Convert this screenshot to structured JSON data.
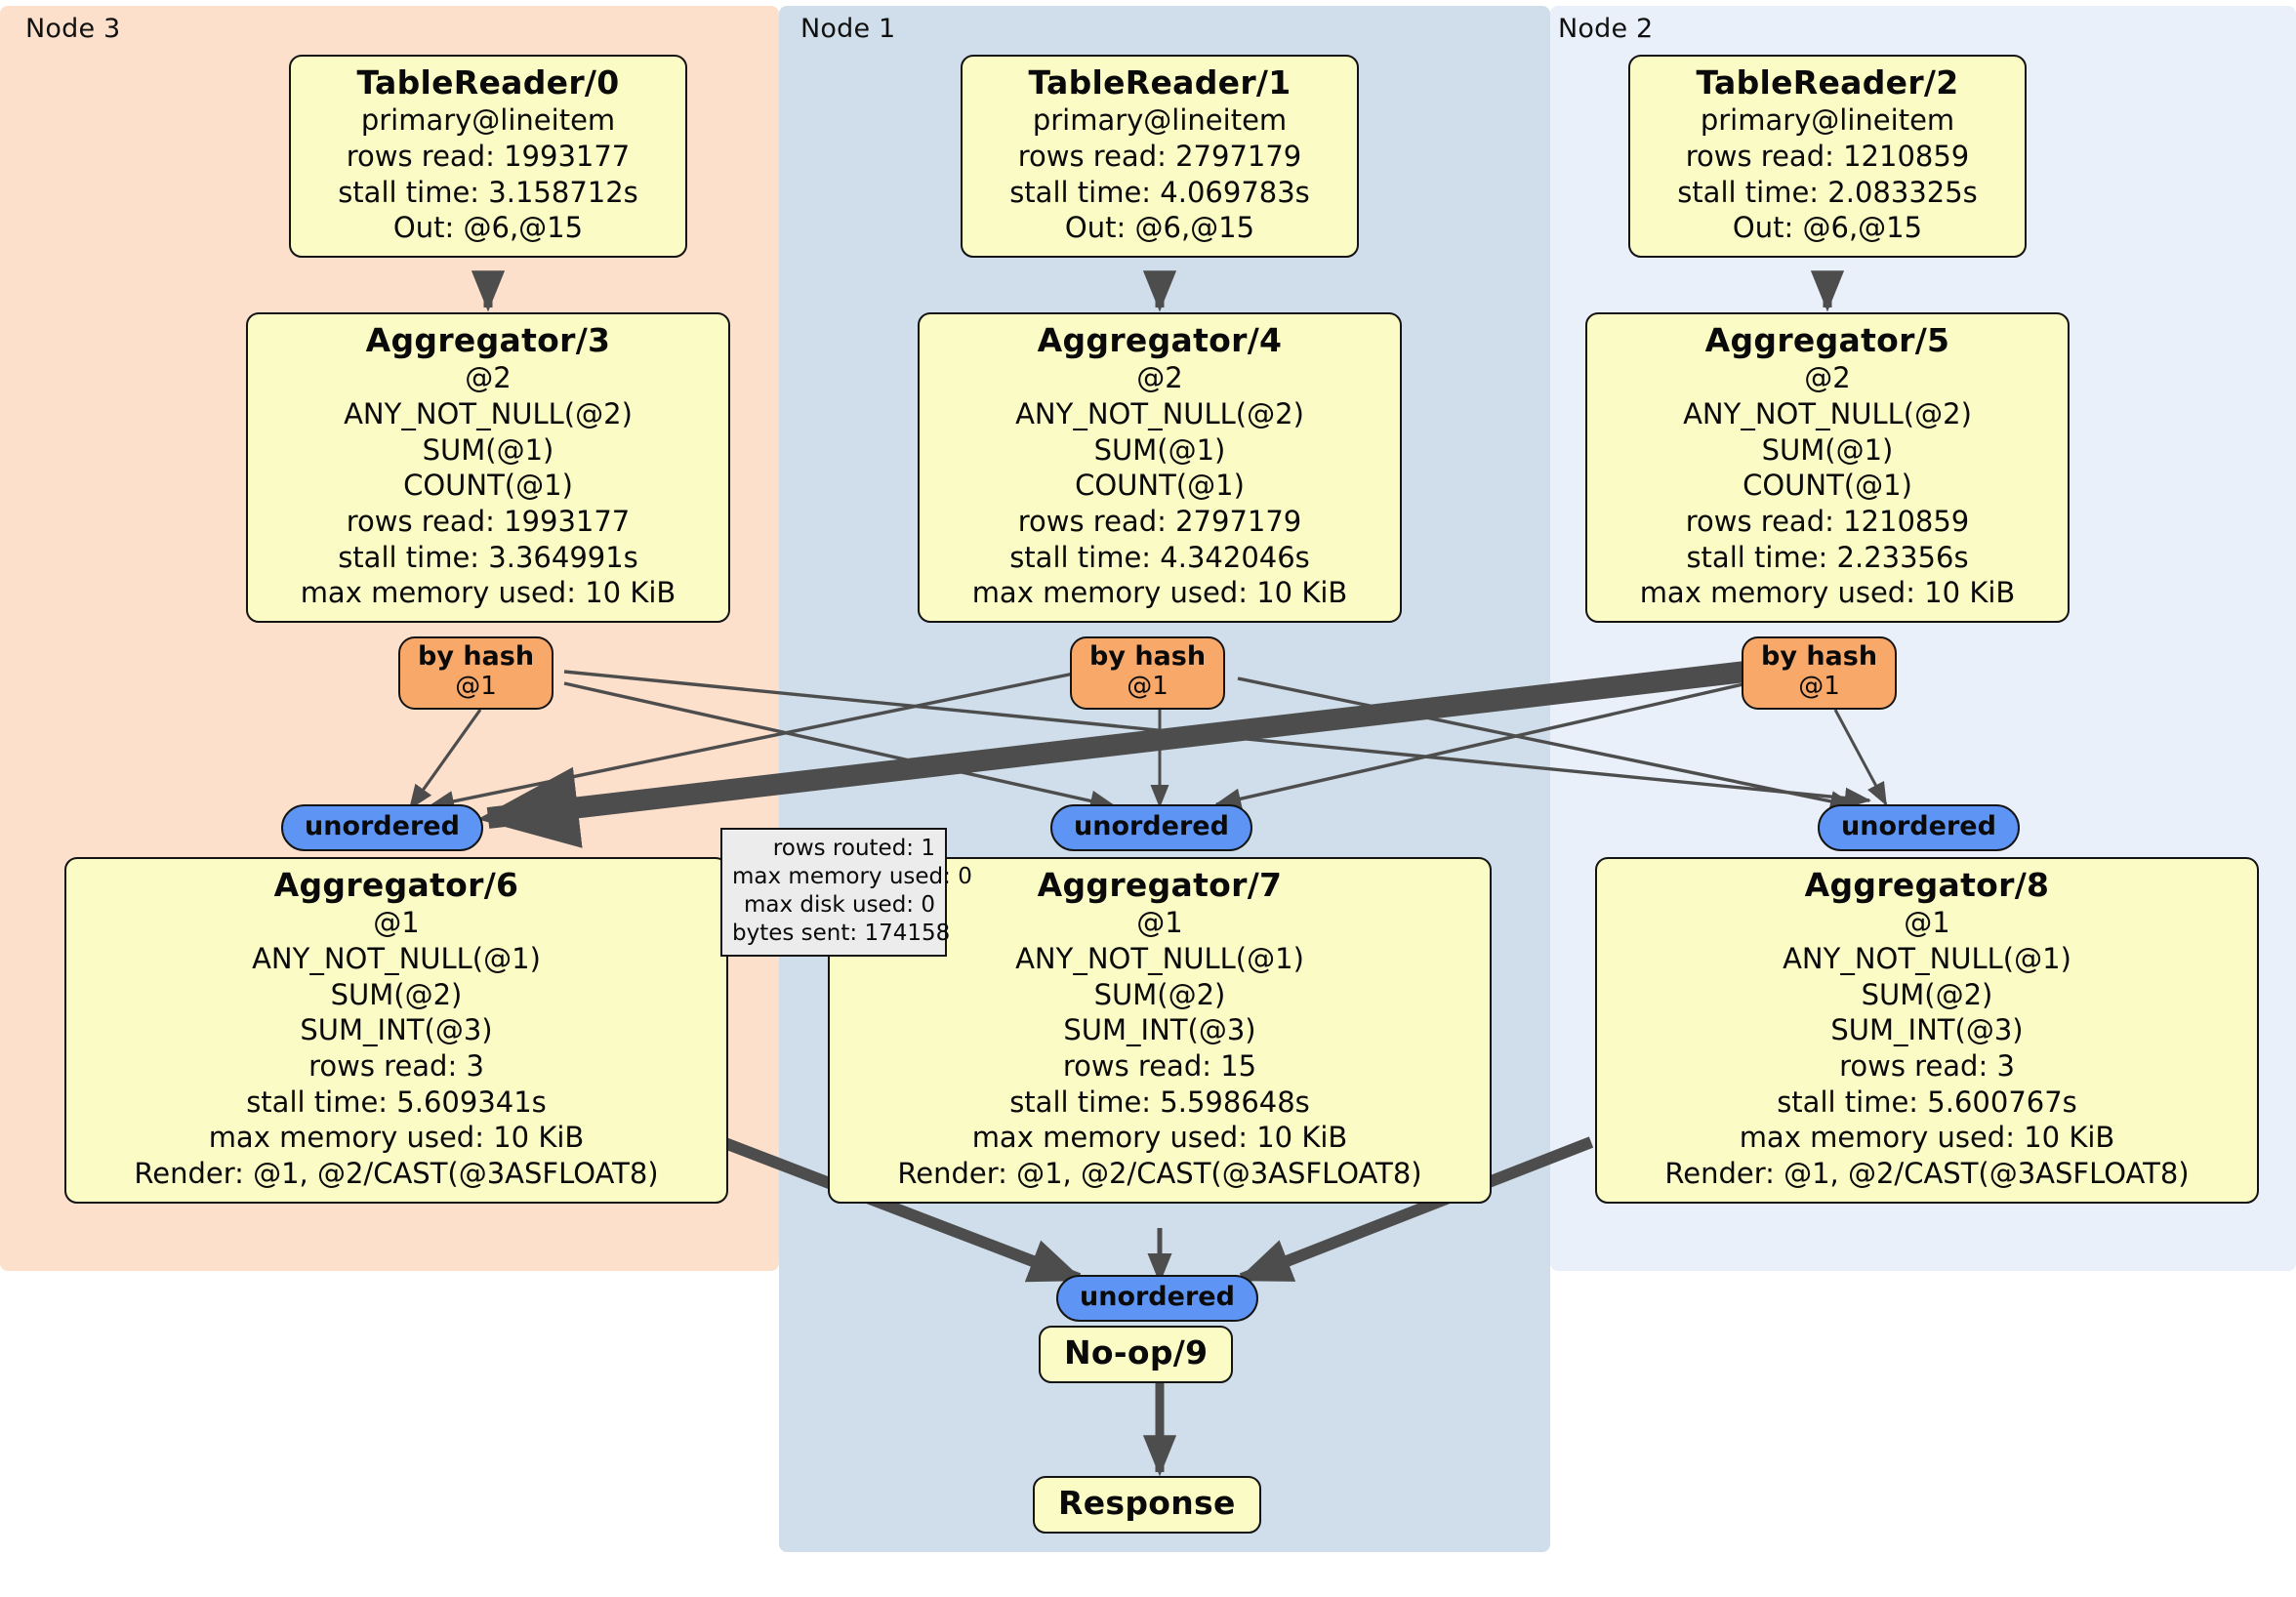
{
  "clusters": [
    {
      "id": "node3",
      "label": "Node 3",
      "color": "#fde0cc"
    },
    {
      "id": "node1",
      "label": "Node 1",
      "color": "#cfdeea"
    },
    {
      "id": "node2",
      "label": "Node 2",
      "color": "#eaf0fa"
    }
  ],
  "processors": {
    "tablereader0": {
      "title": "TableReader/0",
      "lines": [
        "primary@lineitem",
        "rows read: 1993177",
        "stall time: 3.158712s",
        "Out: @6,@15"
      ]
    },
    "tablereader1": {
      "title": "TableReader/1",
      "lines": [
        "primary@lineitem",
        "rows read: 2797179",
        "stall time: 4.069783s",
        "Out: @6,@15"
      ]
    },
    "tablereader2": {
      "title": "TableReader/2",
      "lines": [
        "primary@lineitem",
        "rows read: 1210859",
        "stall time: 2.083325s",
        "Out: @6,@15"
      ]
    },
    "aggregator3": {
      "title": "Aggregator/3",
      "lines": [
        "@2",
        "ANY_NOT_NULL(@2)",
        "SUM(@1)",
        "COUNT(@1)",
        "rows read: 1993177",
        "stall time: 3.364991s",
        "max memory used: 10 KiB"
      ]
    },
    "aggregator4": {
      "title": "Aggregator/4",
      "lines": [
        "@2",
        "ANY_NOT_NULL(@2)",
        "SUM(@1)",
        "COUNT(@1)",
        "rows read: 2797179",
        "stall time: 4.342046s",
        "max memory used: 10 KiB"
      ]
    },
    "aggregator5": {
      "title": "Aggregator/5",
      "lines": [
        "@2",
        "ANY_NOT_NULL(@2)",
        "SUM(@1)",
        "COUNT(@1)",
        "rows read: 1210859",
        "stall time: 2.23356s",
        "max memory used: 10 KiB"
      ]
    },
    "aggregator6": {
      "title": "Aggregator/6",
      "lines": [
        "@1",
        "ANY_NOT_NULL(@1)",
        "SUM(@2)",
        "SUM_INT(@3)",
        "rows read: 3",
        "stall time: 5.609341s",
        "max memory used: 10 KiB",
        "Render: @1, @2/CAST(@3ASFLOAT8)"
      ]
    },
    "aggregator7": {
      "title": "Aggregator/7",
      "lines": [
        "@1",
        "ANY_NOT_NULL(@1)",
        "SUM(@2)",
        "SUM_INT(@3)",
        "rows read: 15",
        "stall time: 5.598648s",
        "max memory used: 10 KiB",
        "Render: @1, @2/CAST(@3ASFLOAT8)"
      ]
    },
    "aggregator8": {
      "title": "Aggregator/8",
      "lines": [
        "@1",
        "ANY_NOT_NULL(@1)",
        "SUM(@2)",
        "SUM_INT(@3)",
        "rows read: 3",
        "stall time: 5.600767s",
        "max memory used: 10 KiB",
        "Render: @1, @2/CAST(@3ASFLOAT8)"
      ]
    },
    "noop9": {
      "title": "No-op/9",
      "lines": []
    },
    "response": {
      "title": "Response",
      "lines": []
    }
  },
  "routers": {
    "hash3": {
      "type": "by hash",
      "stream": "@1"
    },
    "hash4": {
      "type": "by hash",
      "stream": "@1"
    },
    "hash5": {
      "type": "by hash",
      "stream": "@1"
    }
  },
  "streams": {
    "unordered6": {
      "label": "unordered"
    },
    "unordered7": {
      "label": "unordered"
    },
    "unordered8": {
      "label": "unordered"
    },
    "unordered9": {
      "label": "unordered"
    }
  },
  "stats_box": {
    "lines": [
      "rows routed: 1",
      "max memory used: 0",
      "max disk used: 0",
      "bytes sent: 174158"
    ]
  },
  "colors": {
    "processor_fill": "#fbfbc6",
    "router_fill": "#f8a868",
    "stream_fill": "#5e95f5",
    "stats_fill": "#ececec",
    "edge": "#4d4d4d",
    "border": "#141414",
    "node3_bg": "#fde0cc",
    "node1_bg": "#cfdeea",
    "node2_bg": "#eaf0fa"
  }
}
